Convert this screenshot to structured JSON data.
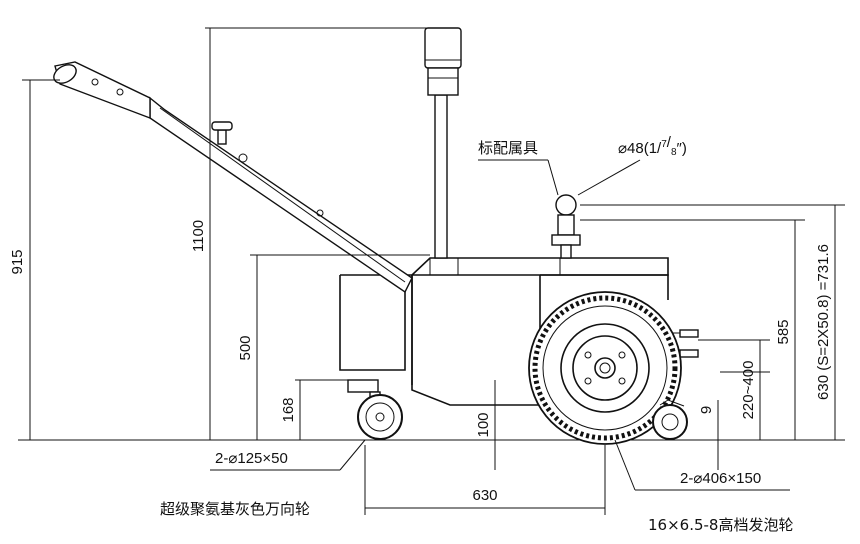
{
  "dimensions": {
    "total_height_handle": "915",
    "total_height_pole": "1100",
    "frame_height": "500",
    "caster_axle_height": "168",
    "ground_clearance": "100",
    "coupler_height": "585",
    "coupler_range": "220~400",
    "small_offset": "9",
    "coupler_label": "630 (S=2X50.8) =731.6",
    "wheelbase": "630",
    "ball_diameter": "⌀48(1/",
    "ball_frac_num": "7",
    "ball_frac_den": "8",
    "ball_close": "″)"
  },
  "callouts": {
    "standard_attachment": "标配属具",
    "caster_spec": "2-⌀125×50",
    "caster_desc": "超级聚氨基灰色万向轮",
    "wheel_spec": "2-⌀406×150",
    "wheel_desc": "16×6.5-8高档发泡轮"
  }
}
